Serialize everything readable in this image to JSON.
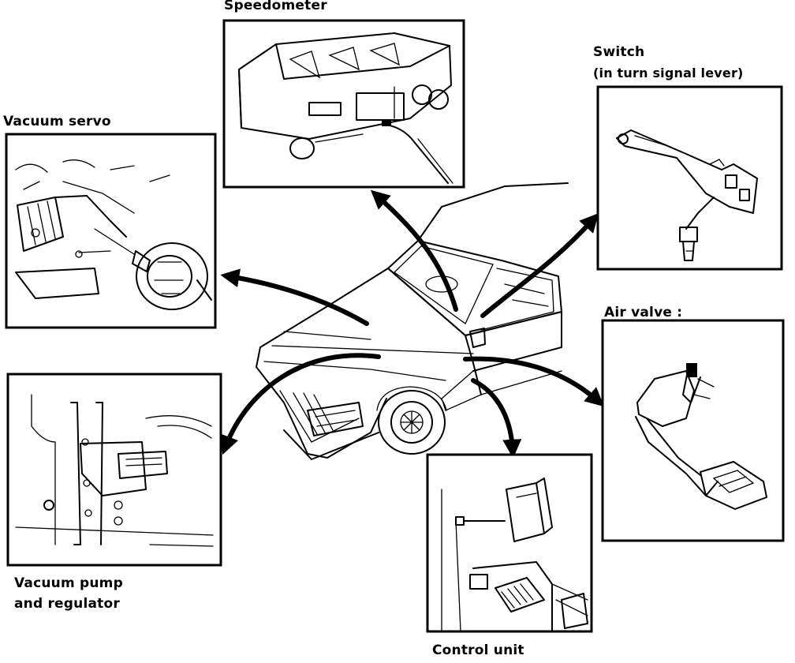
{
  "labels": {
    "speedometer": "Speedometer",
    "switch_line1": "Switch",
    "switch_line2": "(in turn signal lever)",
    "vacuum_servo": "Vacuum servo",
    "air_valve": "Air valve :",
    "vacuum_pump_line1": "Vacuum pump",
    "vacuum_pump_line2": "and regulator",
    "control_unit": "Control unit"
  }
}
